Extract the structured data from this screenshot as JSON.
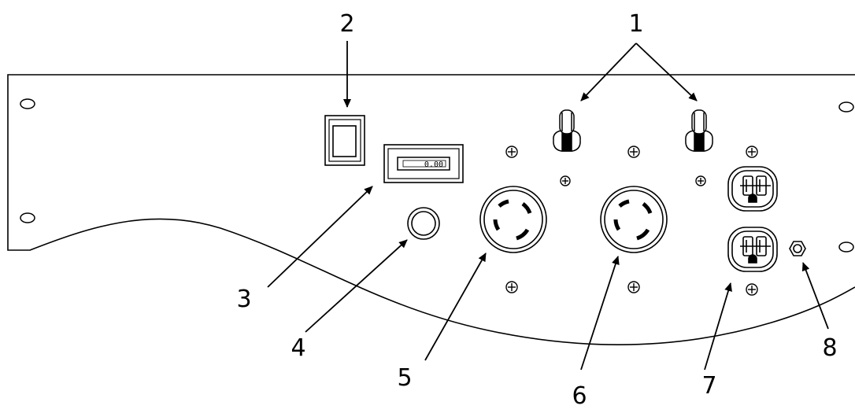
{
  "figure": {
    "callouts": [
      {
        "id": "1",
        "label": "1"
      },
      {
        "id": "2",
        "label": "2"
      },
      {
        "id": "3",
        "label": "3"
      },
      {
        "id": "4",
        "label": "4"
      },
      {
        "id": "5",
        "label": "5"
      },
      {
        "id": "6",
        "label": "6"
      },
      {
        "id": "7",
        "label": "7"
      },
      {
        "id": "8",
        "label": "8"
      }
    ],
    "hour_meter_reading": "0.00"
  }
}
